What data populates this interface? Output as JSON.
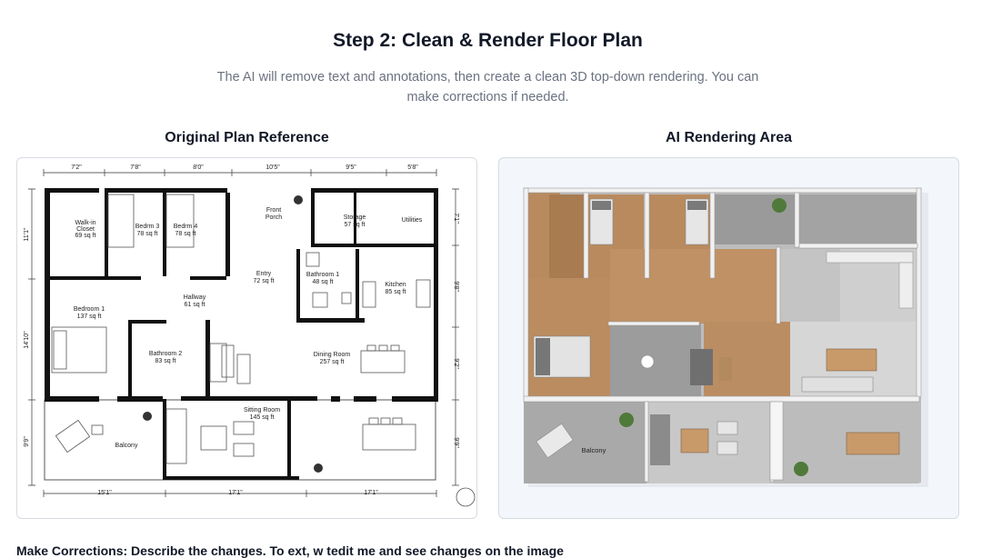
{
  "header": {
    "title": "Step 2: Clean & Render Floor Plan",
    "subtitle": "The AI will remove text and annotations, then create a clean 3D top-down rendering. You can make corrections if needed."
  },
  "left_panel": {
    "title": "Original Plan Reference",
    "dimensions_top": [
      "7'2\"",
      "7'8\"",
      "8'0\"",
      "10'5\"",
      "9'5\"",
      "5'8\""
    ],
    "dimensions_bottom": [
      "15'1\"",
      "17'1\"",
      "17'1\""
    ],
    "dimensions_left": [
      "11'1\"",
      "14'10\"",
      "9'9\""
    ],
    "dimensions_right": [
      "7'1\"",
      "9'8\"",
      "9'2\"",
      "9'9\""
    ],
    "rooms": [
      {
        "name": "Walk-in",
        "name2": "Closet",
        "area": "69 sq ft"
      },
      {
        "name": "Bedrm 3",
        "area": "78 sq ft"
      },
      {
        "name": "Bedrm 4",
        "area": "78 sq ft"
      },
      {
        "name": "Front",
        "name2": "Porch"
      },
      {
        "name": "Storage",
        "area": "57 sq ft"
      },
      {
        "name": "Utilities"
      },
      {
        "name": "Entry",
        "area": "72 sq ft"
      },
      {
        "name": "Bathroom 1",
        "area": "48 sq ft"
      },
      {
        "name": "Kitchen",
        "area": "85 sq ft"
      },
      {
        "name": "Hallway",
        "area": "61 sq ft"
      },
      {
        "name": "Bedroom 1",
        "area": "137 sq ft"
      },
      {
        "name": "Bathroom 2",
        "area": "83 sq ft"
      },
      {
        "name": "Dining Room",
        "area": "257 sq ft"
      },
      {
        "name": "Sitting Room",
        "area": "145 sq ft"
      },
      {
        "name": "Balcony"
      }
    ]
  },
  "right_panel": {
    "title": "AI Rendering Area",
    "labels": {
      "balcony": "Balcony"
    }
  },
  "footer": {
    "text": "Make Corrections: Describe the changes. To ext, w tedit me and see changes on the image"
  },
  "colors": {
    "wall": "#111111",
    "wood": "#b98a5e",
    "tile": "#c9c9c9",
    "dark_tile": "#9a9a9a",
    "rug": "#e3e3e3"
  }
}
